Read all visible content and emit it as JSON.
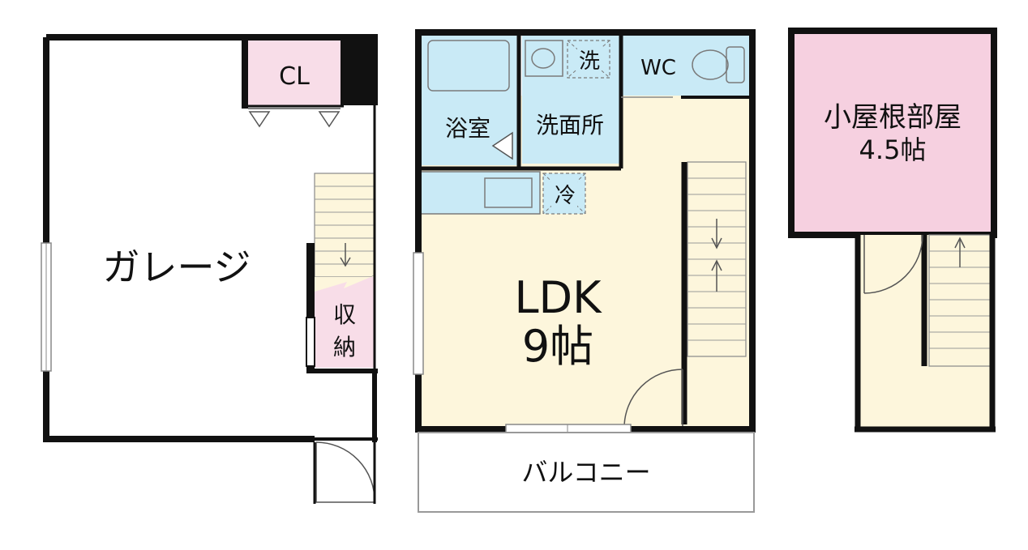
{
  "floor1": {
    "garage_label": "ガレージ",
    "closet_label": "CL",
    "storage_label_1": "収",
    "storage_label_2": "納"
  },
  "floor2": {
    "bath_label": "浴室",
    "washroom_label": "洗面所",
    "washer_label": "洗",
    "wc_label": "WC",
    "fridge_label": "冷",
    "ldk_label": "LDK",
    "ldk_size": "9帖",
    "balcony_label": "バルコニー"
  },
  "floor3": {
    "attic_label": "小屋根部屋",
    "attic_size": "4.5帖"
  },
  "colors": {
    "wall": "#111111",
    "wet_area": "#c9eaf6",
    "ldk_floor": "#fdf6dc",
    "closet_pink": "#f8dde8",
    "attic_pink": "#f6d0e0",
    "balcony": "#ffffff",
    "fixture_stroke": "#7a7a7a"
  }
}
